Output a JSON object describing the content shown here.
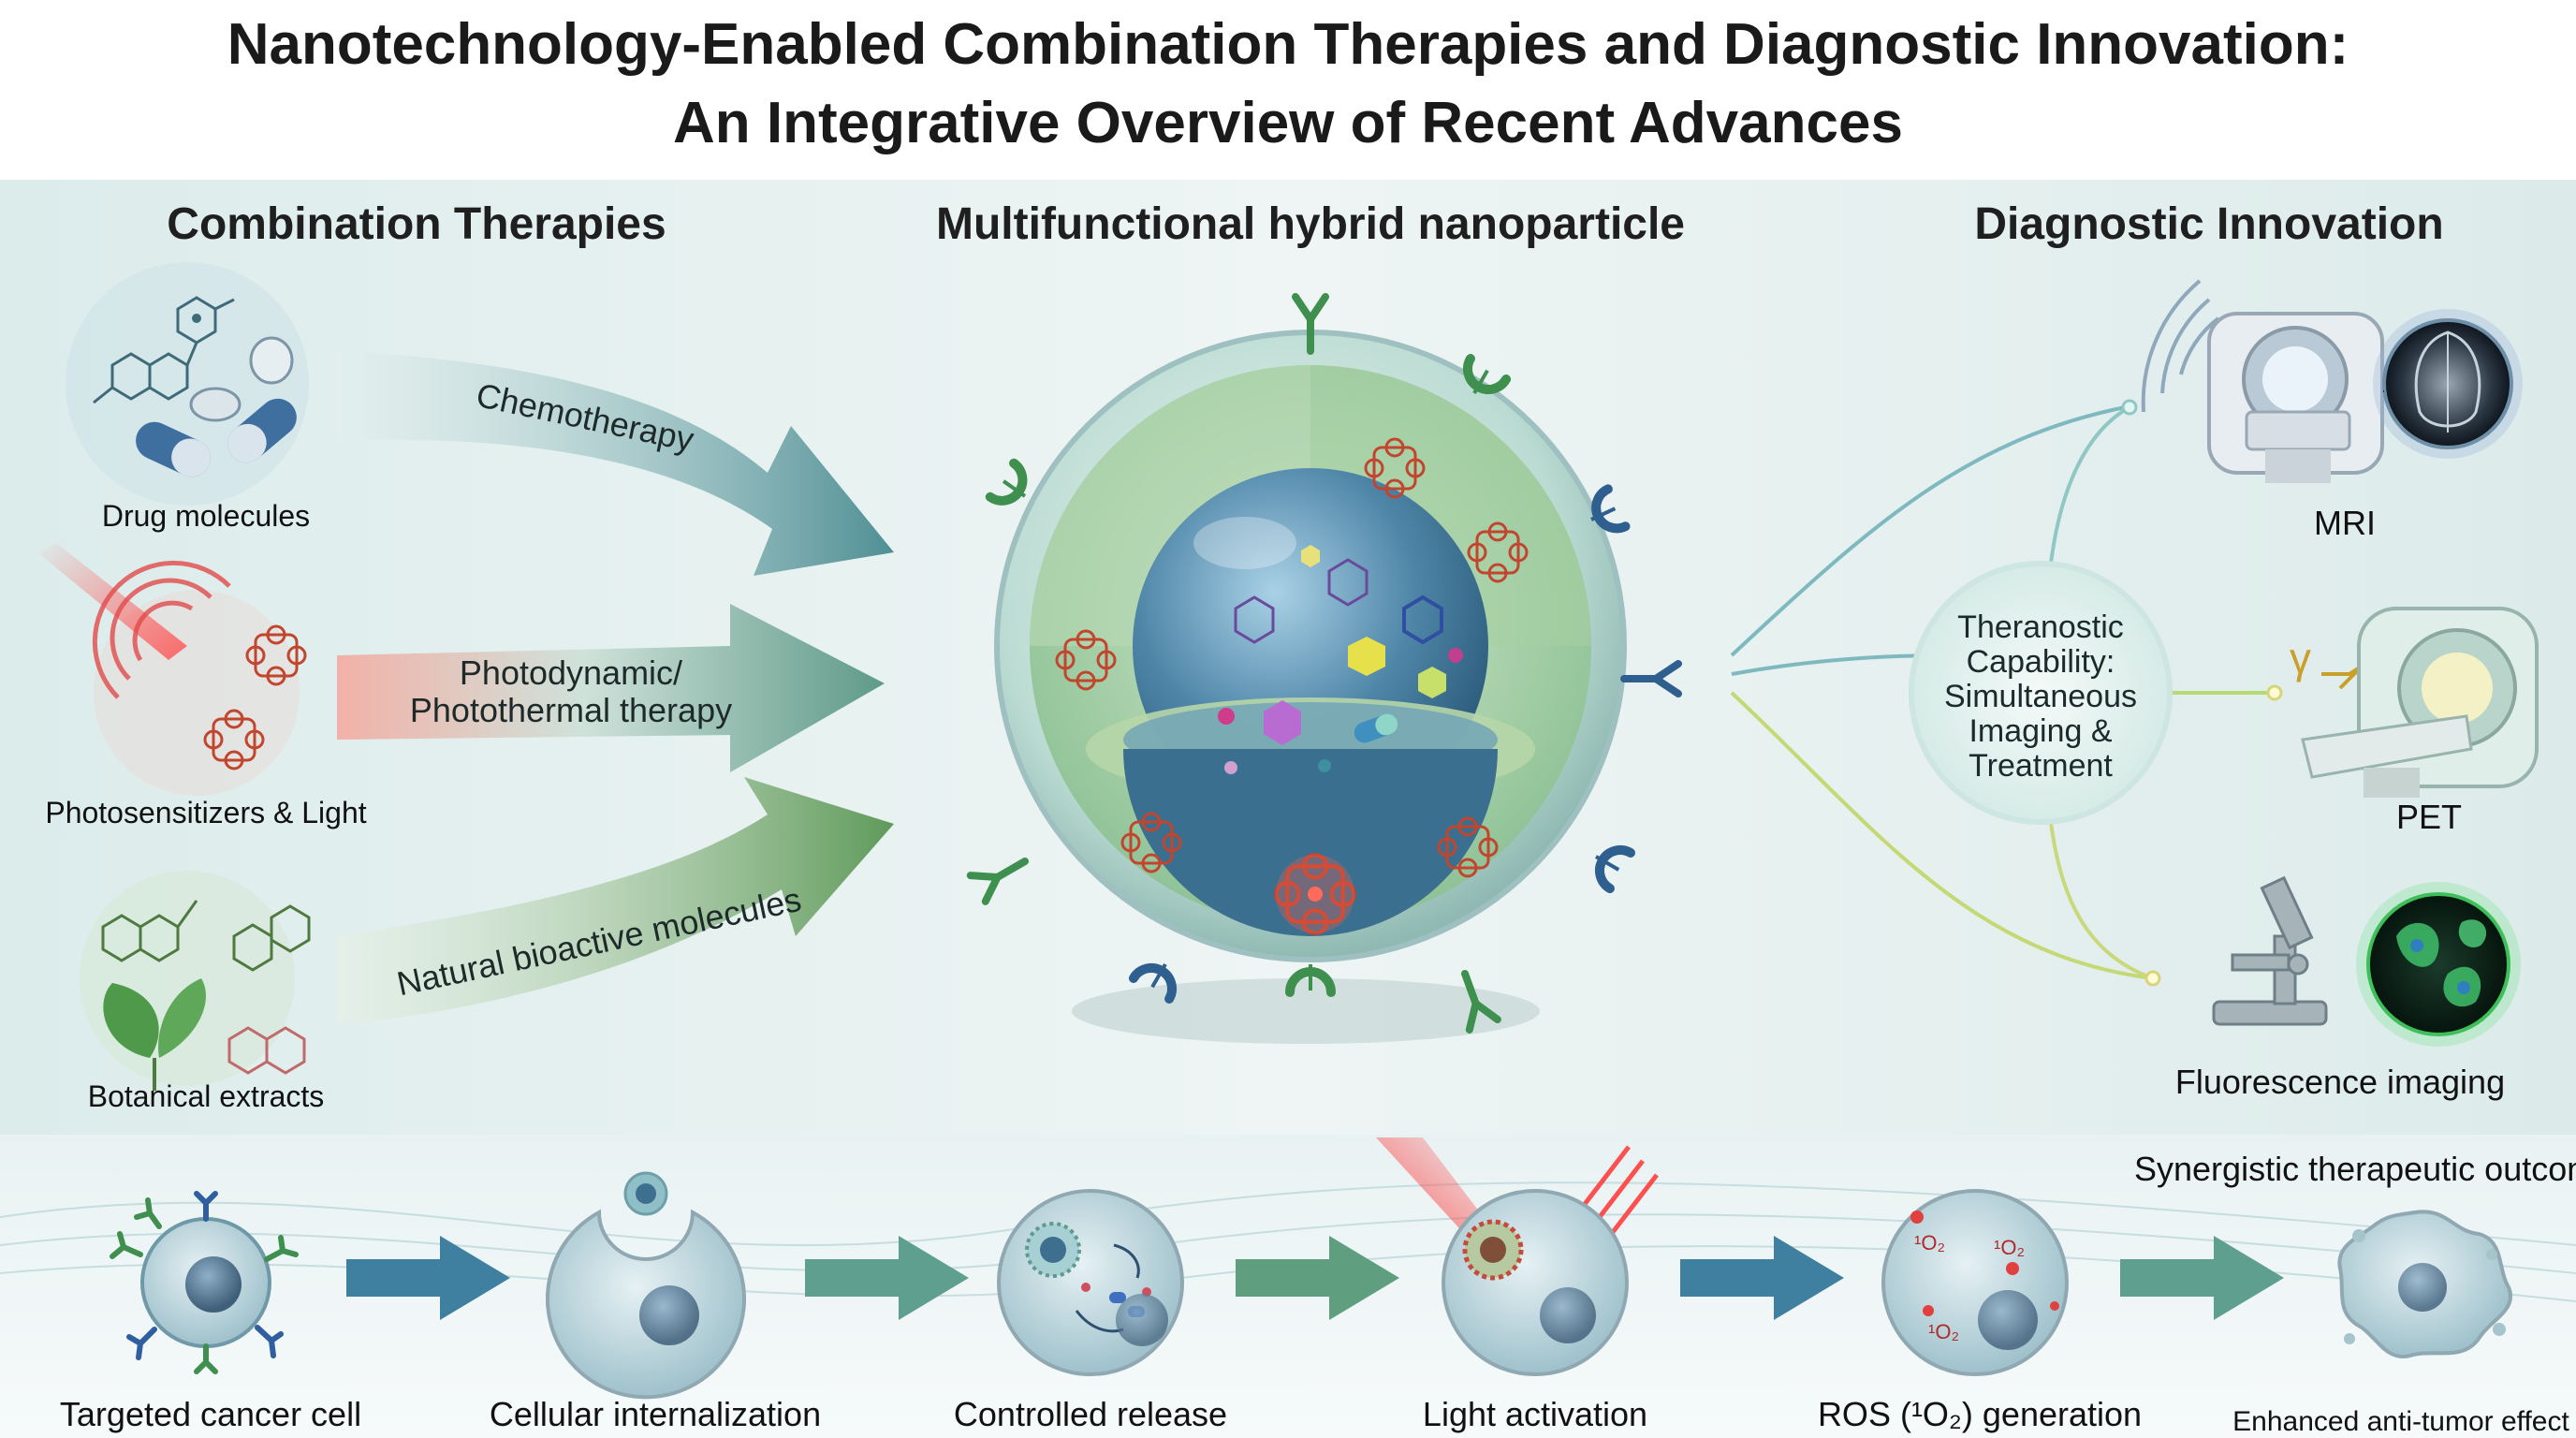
{
  "title": {
    "line1": "Nanotechnology-Enabled Combination Therapies and Diagnostic Innovation:",
    "line2": "An Integrative Overview of Recent Advances"
  },
  "sections": {
    "left": "Combination Therapies",
    "center": "Multifunctional hybrid nanoparticle",
    "right": "Diagnostic Innovation"
  },
  "therapies": [
    {
      "source": "Drug molecules",
      "arrow": "Chemotherapy"
    },
    {
      "source": "Photosensitizers & Light",
      "arrow_line1": "Photodynamic/",
      "arrow_line2": "Photothermal therapy"
    },
    {
      "source": "Botanical extracts",
      "arrow": "Natural bioactive molecules"
    }
  ],
  "diagnostics": {
    "hub": [
      "Theranostic",
      "Capability:",
      "Simultaneous",
      "Imaging &",
      "Treatment"
    ],
    "modalities": [
      "MRI",
      "PET",
      "Fluorescence imaging"
    ],
    "gamma_symbol": "γ"
  },
  "process": {
    "heading": "Synergistic therapeutic outcon",
    "steps": [
      "Targeted cancer cell",
      "Cellular internalization",
      "Controlled release",
      "Light activation",
      "ROS (¹O₂) generation",
      "Enhanced anti-tumor effect"
    ],
    "ros_label": "¹O₂"
  },
  "colors": {
    "chemo_arrow": "#4f8f95",
    "photo_arrow": "#5f9a88",
    "natural_arrow": "#5f9a5a",
    "nanoparticle_shell": "#9ec7c2",
    "core": "#4f86a8",
    "red_accent": "#e03a3a",
    "ligand_green": "#3f8f4f",
    "ligand_blue": "#2f5f8f"
  }
}
